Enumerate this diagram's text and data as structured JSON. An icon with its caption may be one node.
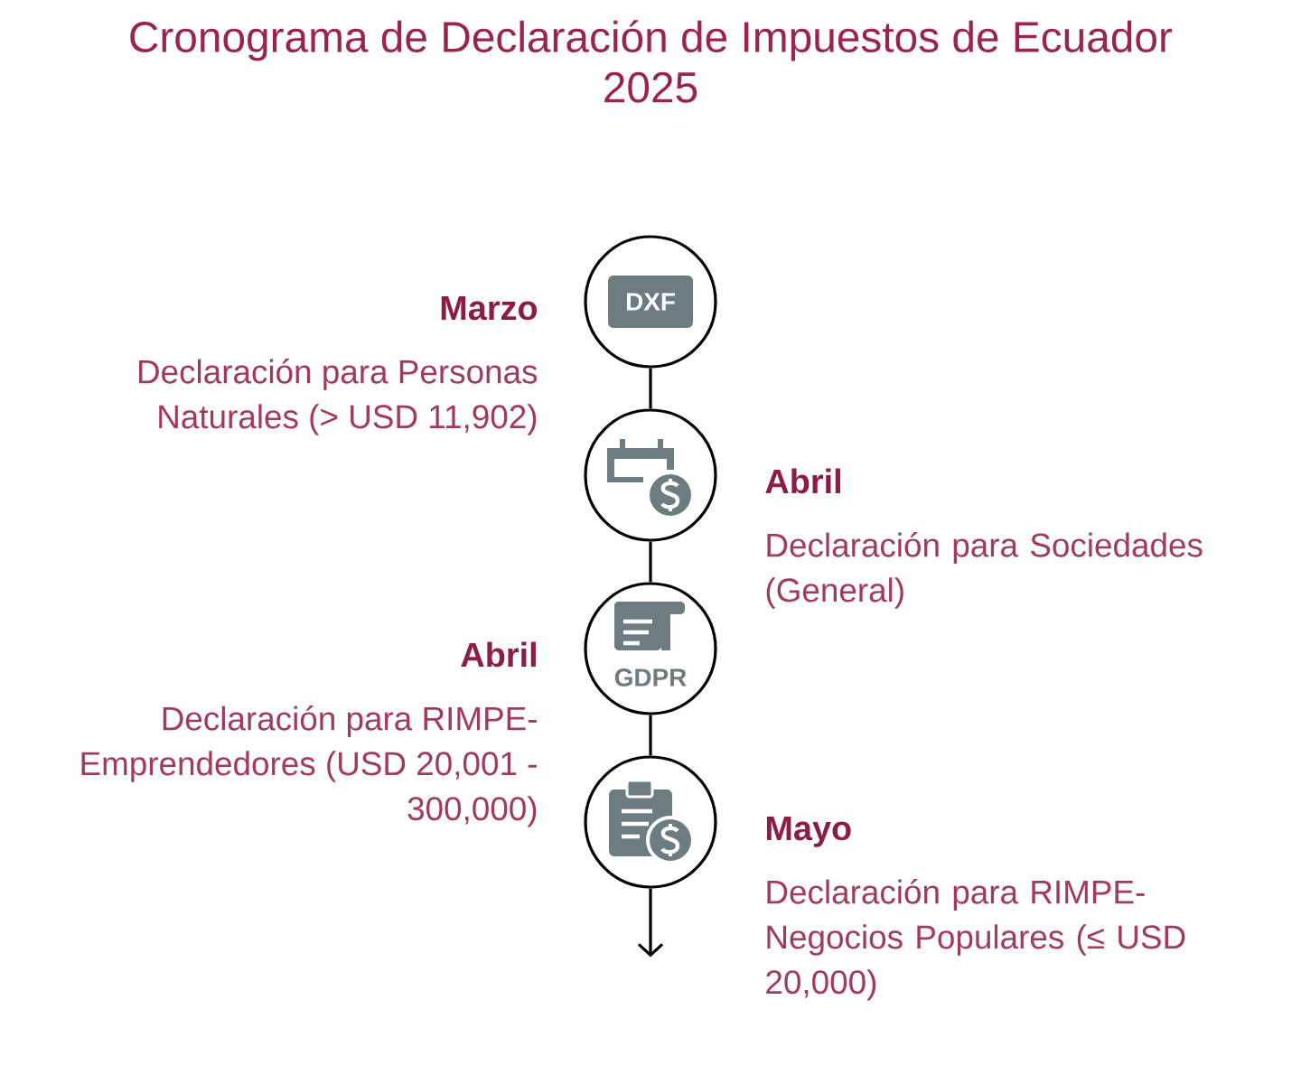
{
  "diagram": {
    "title": "Cronograma de Declaración de Impuestos de Ecuador 2025",
    "nodes": [
      {
        "text": [
          "DXF"
        ],
        "beside": [
          "Marzo",
          "Declaración para Personas Naturales (> USD 11,902)"
        ]
      },
      {
        "text": [],
        "shape": "circle",
        "beside": [
          "Abril",
          "Declaración para Sociedades (General)"
        ]
      },
      {
        "text": [
          "GDPR"
        ],
        "beside": [
          "Abril",
          "Declaración para RIMPE-Emprendedores (USD 20,001 - 300,000)"
        ]
      },
      {
        "text": [],
        "shape": "circle",
        "beside": [
          "Mayo",
          "Declaración para RIMPE-Negocios Populares (≤ USD 20,000)"
        ]
      }
    ],
    "edges": [
      {
        "from": 0,
        "to": 1,
        "arrow": "none"
      },
      {
        "from": 1,
        "to": 2,
        "arrow": "none"
      },
      {
        "from": 2,
        "to": 3,
        "arrow": "none"
      },
      {
        "from": 3,
        "to": null,
        "arrow": "to"
      }
    ]
  }
}
